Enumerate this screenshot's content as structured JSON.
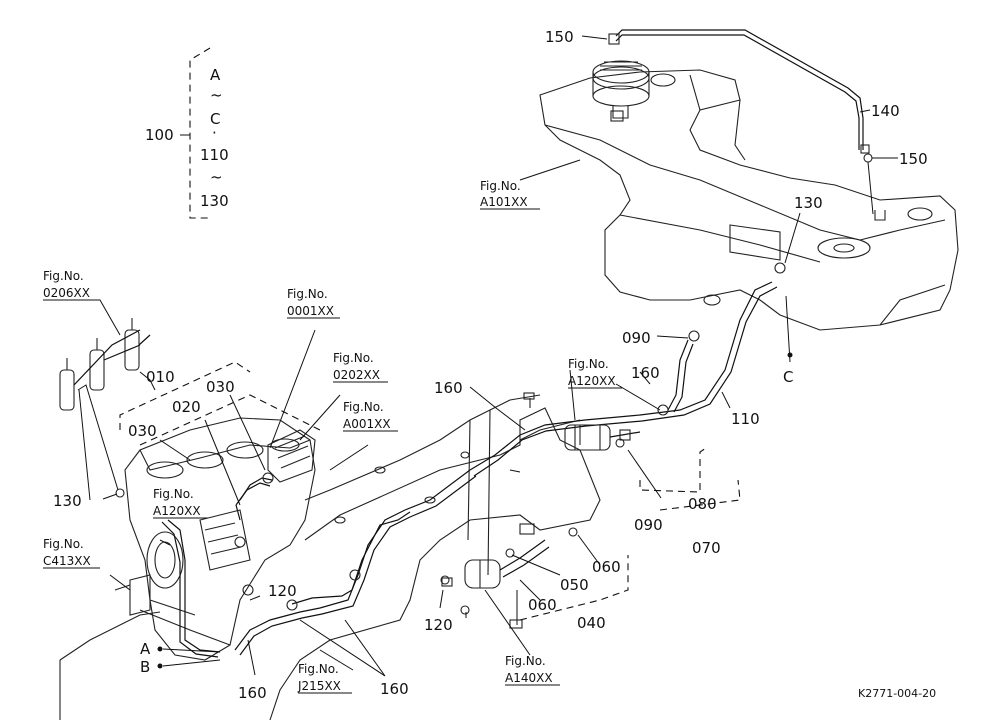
{
  "range": {
    "number": "100",
    "letters": [
      "A",
      "~",
      "C",
      "·",
      "110",
      "~",
      "130"
    ]
  },
  "fig_refs": [
    {
      "label": "Fig.No.",
      "code": "A101XX"
    },
    {
      "label": "Fig.No.",
      "code": "0206XX"
    },
    {
      "label": "Fig.No.",
      "code": "0001XX"
    },
    {
      "label": "Fig.No.",
      "code": "0202XX"
    },
    {
      "label": "Fig.No.",
      "code": "A001XX"
    },
    {
      "label": "Fig.No.",
      "code": "A120XX"
    },
    {
      "label": "Fig.No.",
      "code": "A120XX"
    },
    {
      "label": "Fig.No.",
      "code": "C413XX"
    },
    {
      "label": "Fig.No.",
      "code": "J215XX"
    },
    {
      "label": "Fig.No.",
      "code": "A140XX"
    }
  ],
  "part_numbers": [
    "150",
    "140",
    "150",
    "130",
    "090",
    "C",
    "110",
    "160",
    "160",
    "080",
    "090",
    "070",
    "010",
    "020",
    "030",
    "030",
    "130",
    "120",
    "120",
    "060",
    "050",
    "060",
    "040",
    "A",
    "B",
    "160",
    "160"
  ],
  "drawing_code": "K2771-004-20"
}
